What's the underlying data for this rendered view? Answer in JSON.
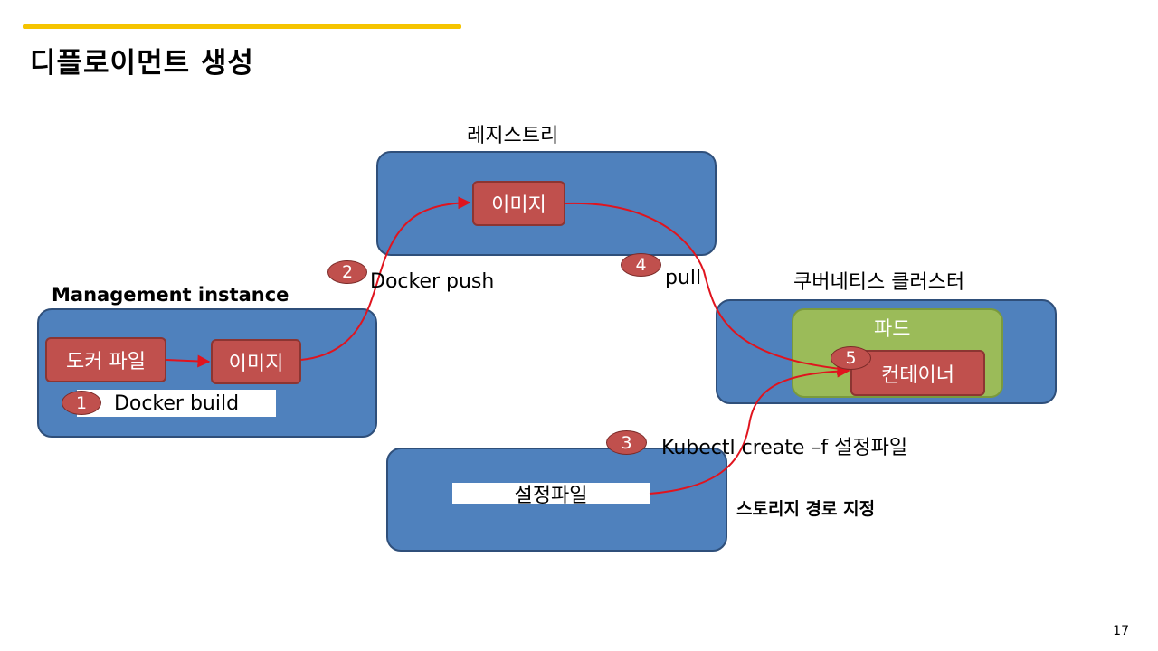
{
  "title": "디플로이먼트 생성",
  "page_number": "17",
  "registry": {
    "label": "레지스트리",
    "image_label": "이미지"
  },
  "management": {
    "label": "Management instance",
    "dockerfile_label": "도커 파일",
    "image_label": "이미지",
    "build_label": "Docker build"
  },
  "cluster": {
    "label": "쿠버네티스 클러스터",
    "pod_label": "파드",
    "container_label": "컨테이너"
  },
  "config": {
    "file_label": "설정파일",
    "storage_label": "스토리지 경로 지정"
  },
  "steps": {
    "s1": {
      "num": "1"
    },
    "s2": {
      "num": "2",
      "label": "Docker push"
    },
    "s3": {
      "num": "3",
      "label": "Kubectl create –f 설정파일"
    },
    "s4": {
      "num": "4",
      "label": "pull"
    },
    "s5": {
      "num": "5"
    }
  },
  "colors": {
    "box_blue": "#4f81bd",
    "red": "#c0504d",
    "pod_green": "#9bbb59",
    "accent_yellow": "#f5c400",
    "arrow_red": "#e0141e"
  }
}
